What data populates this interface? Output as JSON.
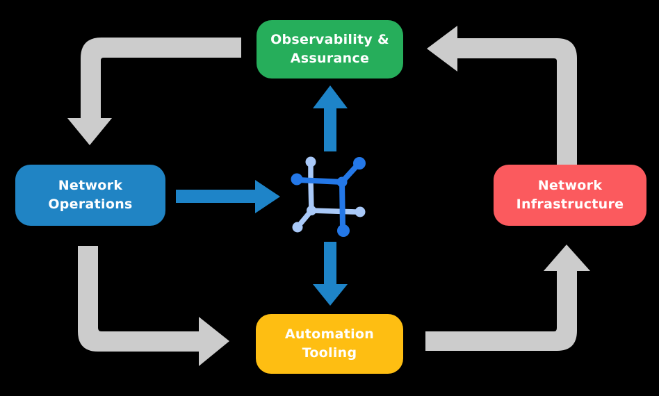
{
  "colors": {
    "background": "#000000",
    "arrow_gray": "#CCCCCC",
    "arrow_blue": "#1E84C8",
    "icon_dark_blue": "#2478E8",
    "icon_light_blue": "#A9C9F8",
    "node_green": "#26AE5B",
    "node_blue": "#2084C4",
    "node_red": "#FB5A5E",
    "node_yellow": "#FEBE12",
    "label_text": "#FFFFFF"
  },
  "nodes": {
    "observability": {
      "label": "Observability &\nAssurance"
    },
    "operations": {
      "label": "Network\nOperations"
    },
    "infrastructure": {
      "label": "Network\nInfrastructure"
    },
    "tooling": {
      "label": "Automation\nTooling"
    }
  },
  "center_icon": "network-automation-mesh-icon",
  "arrows": {
    "observability_to_operations": "gray, curves left then down",
    "operations_to_center": "blue, points right",
    "center_to_observability": "blue, points up",
    "center_to_tooling": "blue, points down",
    "operations_to_tooling": "gray, curves down then right",
    "tooling_to_infrastructure": "gray, curves right then up",
    "infrastructure_to_observability": "gray, curves up then left"
  }
}
